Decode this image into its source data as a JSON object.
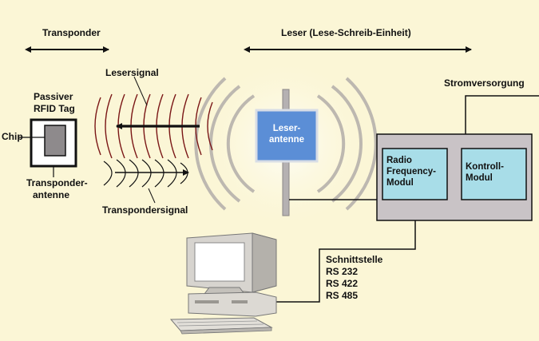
{
  "headers": {
    "transponder": "Transponder",
    "reader": "Leser (Lese-Schreib-Einheit)"
  },
  "tag": {
    "title_line1": "Passiver",
    "title_line2": "RFID Tag",
    "chip": "Chip",
    "antenna_line1": "Transponder-",
    "antenna_line2": "antenne"
  },
  "signals": {
    "reader_signal": "Lesersignal",
    "transponder_signal": "Transpondersignal"
  },
  "reader_antenna": {
    "line1": "Leser-",
    "line2": "antenne"
  },
  "power": "Stromversorgung",
  "modules": {
    "radio_line1": "Radio",
    "radio_line2": "Frequency-",
    "radio_line3": "Modul",
    "control_line1": "Kontroll-",
    "control_line2": "Modul"
  },
  "interface": {
    "title": "Schnittstelle",
    "port1": "RS 232",
    "port2": "RS 422",
    "port3": "RS 485"
  },
  "colors": {
    "background": "#fbf6d6",
    "module_fill": "#a8dde8",
    "reader_box": "#c9c3c6",
    "antenna_fill": "#5b8ed6",
    "wave_red": "#7a1616"
  }
}
